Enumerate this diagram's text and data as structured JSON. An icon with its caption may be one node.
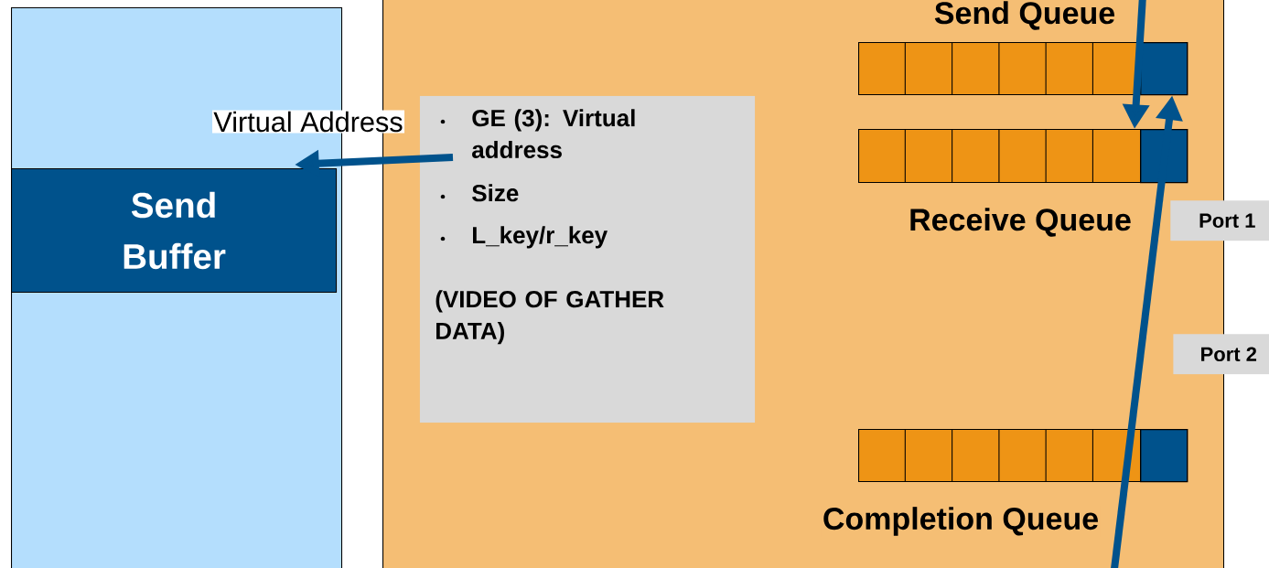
{
  "diagram": {
    "nodes": [
      {
        "text": [],
        "shape": "box"
      },
      {
        "text": [
          "Send Buffer"
        ],
        "in": 0
      },
      {
        "text": [],
        "shape": "box"
      },
      {
        "text": [
          "GE (3): Virtual address",
          "Size",
          "L_key/r_key",
          "(VIDEO OF GATHER DATA)"
        ],
        "in": 2
      },
      {
        "text": [
          "Send Queue"
        ],
        "in": 2
      },
      {
        "text": [],
        "shape": "box",
        "in": 4
      },
      {
        "text": [
          "Receive Queue"
        ],
        "in": 2
      },
      {
        "text": [],
        "shape": "box",
        "in": 6
      },
      {
        "text": [
          "Completion Queue"
        ],
        "in": 2
      },
      {
        "text": [],
        "shape": "box",
        "in": 8
      },
      {
        "text": [
          "Port 1"
        ]
      },
      {
        "text": [
          "Port 2"
        ]
      }
    ],
    "edges": [
      {
        "from": 3,
        "to": 1,
        "arrow": "to",
        "label": "Virtual Address"
      },
      {
        "from": null,
        "to": 7,
        "arrow": "to"
      },
      {
        "from": null,
        "to": 5,
        "arrow": "to"
      }
    ]
  }
}
